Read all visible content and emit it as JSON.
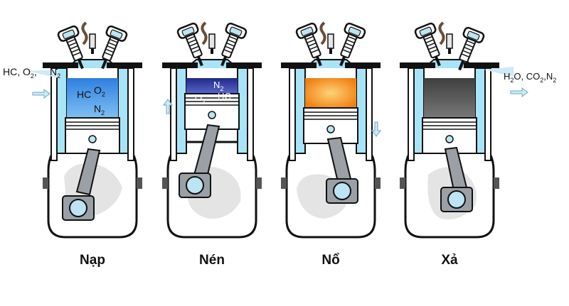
{
  "strokes": [
    {
      "name": "Nạp",
      "gas_top": "HC, O",
      "gas_sub": "2",
      "gas_n2": "N",
      "gas_n2_sub": "2",
      "chamber": {
        "hc": "HC",
        "o2": "O",
        "o2_sub": "2",
        "n2": "N",
        "n2_sub": "2"
      }
    },
    {
      "name": "Nén",
      "chamber": {
        "n2": "N",
        "n2_sub": "2",
        "o2": "O",
        "o2_sub": "2",
        "hc": "HC"
      }
    },
    {
      "name": "Nổ"
    },
    {
      "name": "Xả",
      "gas_out": "H",
      "gas_out_sub": "2",
      "gas_out_rest": "O, CO",
      "gas_out_sub2": "2",
      "gas_out_n": ",N",
      "gas_out_sub3": "2"
    }
  ],
  "colors": {
    "coolant": "#a8e4f7",
    "intake_charge": "#4a90e2",
    "compressed_charge": "#2c3c9a",
    "combustion": "#f59a2a",
    "exhaust": "#5a5a5a",
    "metal": "#cfcfcf",
    "outline": "#111111"
  }
}
